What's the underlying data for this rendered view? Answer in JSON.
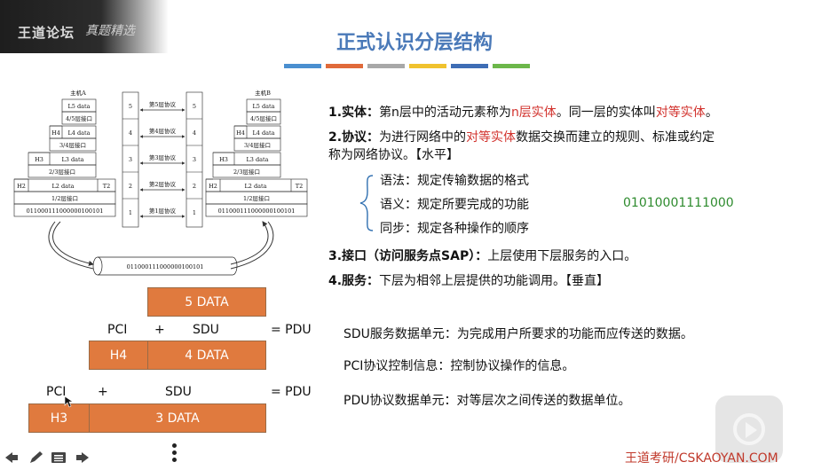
{
  "header": {
    "logo_text": "王道论坛",
    "signature_text": "真题精选",
    "title": "正式认识分层结构",
    "title_bar_colors": [
      "#4a8fd0",
      "#e06a3a",
      "#a8a8a8",
      "#f0c22e",
      "#3e6db5",
      "#6cb74a"
    ]
  },
  "diagram": {
    "host_a_label": "主机A",
    "host_b_label": "主机B",
    "host_a_rows": [
      "L5 data",
      "4/5层接口",
      "L4 data",
      "3/4层接口",
      "L3 data",
      "2/3层接口",
      "L2 data",
      "1/2层接口",
      "011000111000000100101"
    ],
    "host_b_rows": [
      "L5 data",
      "4/5层接口",
      "L4 data",
      "3/4层接口",
      "L3 data",
      "2/3层接口",
      "L2 data",
      "1/2层接口",
      "011000111000000100101"
    ],
    "headers": [
      "H4",
      "H3",
      "H2",
      "T2"
    ],
    "layer_numbers": [
      "5",
      "4",
      "3",
      "2",
      "1"
    ],
    "protocols": [
      "第5层协议",
      "第4层协议",
      "第3层协议",
      "第2层协议",
      "第1层协议"
    ],
    "pipe_bits": "011000111000000100101"
  },
  "points": {
    "p1_prefix": "1.实体：",
    "p1_a": "第n层中的活动元素称为",
    "p1_red1": "n层实体",
    "p1_b": "。同一层的实体叫",
    "p1_red2": "对等实体",
    "p1_c": "。",
    "p2_prefix": "2.协议：",
    "p2_a": "为进行网络中的",
    "p2_red": "对等实体",
    "p2_b": "数据交换而建立的规则、标准或约定",
    "p2_line2": "称为网络协议。【水平】",
    "syntax": "语法：规定传输数据的格式",
    "semantics": "语义：规定所要完成的功能",
    "sync": "同步：规定各种操作的顺序",
    "binary": "01010001111000",
    "p3_prefix": "3.接口（访问服务点SAP）：",
    "p3_text": "上层使用下层服务的入口。",
    "p4_prefix": "4.服务：",
    "p4_text": "下层为相邻上层提供的功能调用。【垂直】"
  },
  "pdu": {
    "box1": "5 DATA",
    "row1_pci": "PCI",
    "row1_plus": "+",
    "row1_sdu": "SDU",
    "row1_pdu": "= PDU",
    "h4": "H4",
    "data4": "4 DATA",
    "row2_pci": "PCI",
    "row2_plus": "+",
    "row2_sdu": "SDU",
    "row2_pdu": "= PDU",
    "h3": "H3",
    "data3": "3 DATA"
  },
  "definitions": {
    "sdu": "SDU服务数据单元：为完成用户所要求的功能而应传送的数据。",
    "pci": "PCI协议控制信息：控制协议操作的信息。",
    "pdu": "PDU协议数据单元：对等层次之间传送的数据单位。"
  },
  "footer": {
    "brand": "王道考研/CSKAOYAN.COM"
  },
  "toolbar": {
    "prev_icon": "arrow-left-icon",
    "pen_icon": "pen-icon",
    "menu_icon": "menu-icon",
    "next_icon": "arrow-right-icon"
  }
}
